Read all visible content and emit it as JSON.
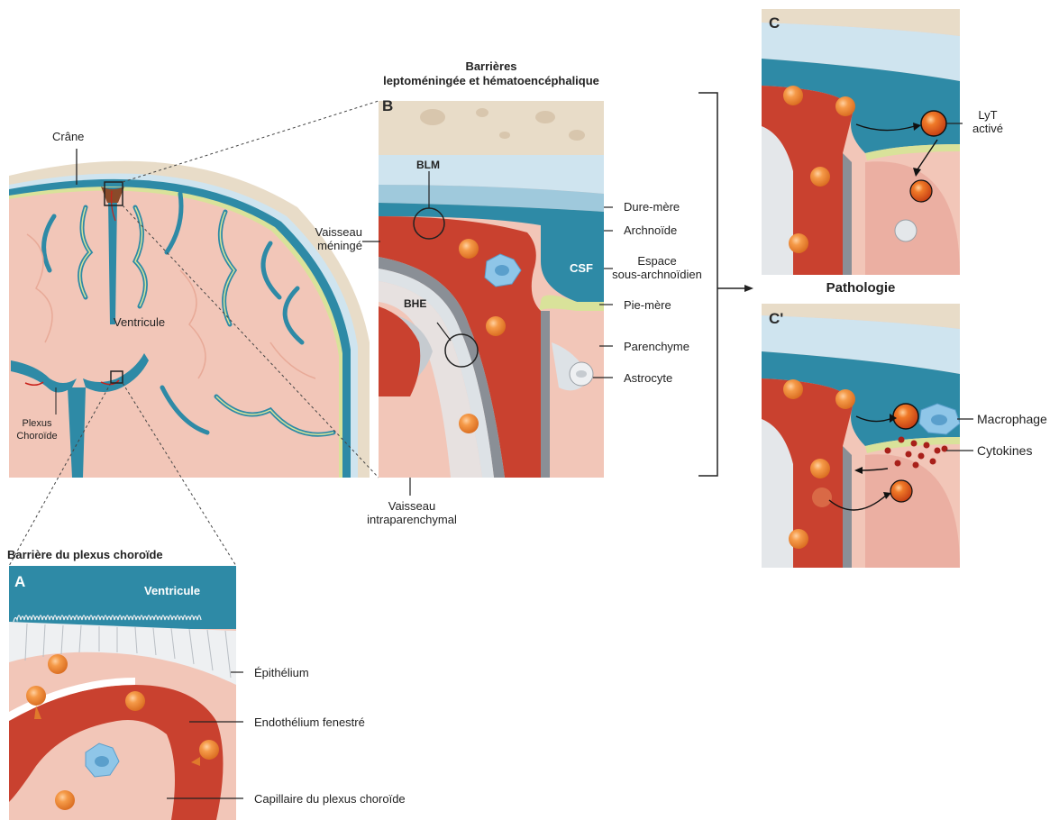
{
  "brain": {
    "crane": "Crâne",
    "ventricule": "Ventricule",
    "plexus": "Plexus\nChoroïde"
  },
  "panel_b": {
    "title_line1": "Barrières",
    "title_line2": "leptoméningée et hématoencéphalique",
    "letter": "B",
    "blm": "BLM",
    "bhe": "BHE",
    "csf": "CSF",
    "vaisseau_meninge": "Vaisseau\nméningé",
    "vaisseau_intra": "Vaisseau\nintraparenchymal",
    "labels": [
      "Dure-mère",
      "Archnoïde",
      "Espace\nsous-archnoïdien",
      "Pie-mère",
      "Parenchyme",
      "Astrocyte"
    ]
  },
  "panel_a": {
    "title": "Barrière du plexus choroïde",
    "letter": "A",
    "ventricule": "Ventricule",
    "labels": [
      "Épithélium",
      "Endothélium fenestré",
      "Capillaire du plexus choroïde"
    ]
  },
  "panel_c": {
    "letter": "C",
    "lyt": "LyT\nactivé"
  },
  "pathologie": "Pathologie",
  "panel_c2": {
    "letter": "C'",
    "labels": [
      "Macrophage",
      "Cytokines"
    ]
  },
  "colors": {
    "skull": "#e8dcc8",
    "dura": "#cfe4ef",
    "csf": "#2e8aa6",
    "pia": "#d9e29a",
    "parenchyma": "#f2c6b8",
    "blood": "#c9412f",
    "cell": "#f08a3c"
  }
}
